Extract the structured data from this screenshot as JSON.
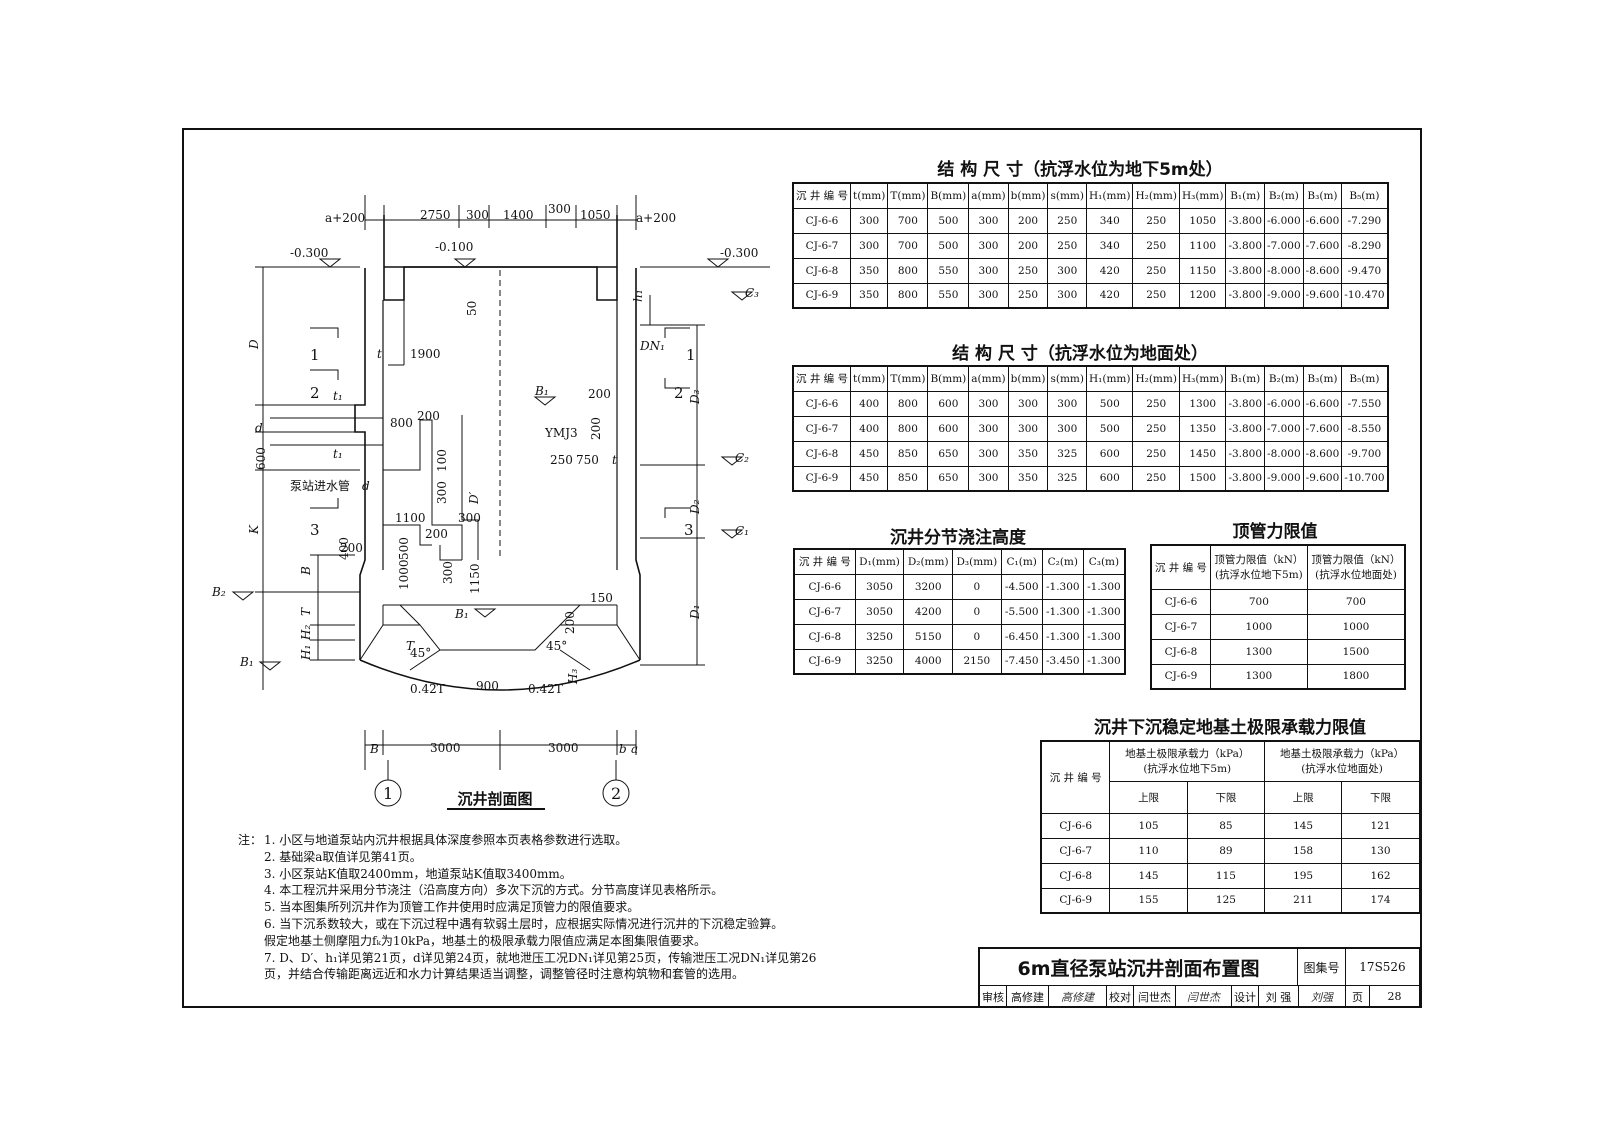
{
  "section_title": "沉井剖面图",
  "drawing_labels": {
    "a200_left": "a+200",
    "a200_right": "a+200",
    "dim_2750": "2750",
    "dim_300a": "300",
    "dim_1400": "1400",
    "dim_300b": "300",
    "dim_1050": "1050",
    "lvl_left": "-0.300",
    "lvl_mid": "-0.100",
    "lvl_right": "-0.300",
    "dim_50": "50",
    "dim_1900": "1900",
    "dim_800": "800",
    "dim_200a": "200",
    "dim_200b": "200",
    "dim_200c": "200",
    "dim_100": "100",
    "dim_300c": "300",
    "dim_1100": "1100",
    "dim_200d": "200",
    "dim_300d": "300",
    "dim_500": "500",
    "dim_1000": "1000",
    "dim_300e": "300",
    "dim_1150": "1150",
    "dim_200e": "200",
    "dim_600": "600",
    "dim_400": "400",
    "dim_750": "750",
    "dim_250": "250",
    "dim_150": "150",
    "dim_200f": "200",
    "dim_900": "900",
    "dim_0427a": "0.42T",
    "dim_0427b": "0.42T",
    "dim_3000a": "3000",
    "dim_3000b": "3000",
    "ang_a": "45°",
    "ang_b": "45°",
    "sym_D": "D",
    "sym_Dp": "D′",
    "sym_d": "d",
    "sym_d2": "d",
    "sym_K": "K",
    "sym_B": "B",
    "sym_T": "T",
    "sym_T2": "T",
    "sym_H1": "H₁",
    "sym_H2": "H₂",
    "sym_H3": "H₃",
    "sym_h1": "h₁",
    "sym_t": "t",
    "sym_t2": "t",
    "sym_t1a": "t₁",
    "sym_t1b": "t₁",
    "sym_D1": "D₁",
    "sym_D2": "D₂",
    "sym_D3": "D₃",
    "sym_C1": "C₁",
    "sym_C2": "C₂",
    "sym_C3": "C₃",
    "sym_B1a": "B₁",
    "sym_B1b": "B₁",
    "sym_B1c": "B₁",
    "sym_B2": "B₂",
    "sym_DN1": "DN₁",
    "sym_YMJ3": "YMJ3",
    "sym_Bb": "B",
    "sym_b": "b",
    "sym_a": "a",
    "inlet": "泵站进水管",
    "cut1L": "1",
    "cut2L": "2",
    "cut3L": "3",
    "cut1R": "1",
    "cut2R": "2",
    "cut3R": "3",
    "axis1": "1",
    "axis2": "2"
  },
  "table1": {
    "title": "结 构 尺 寸（抗浮水位为地下5m处）",
    "headers": [
      "沉 井 编 号",
      "t(mm)",
      "T(mm)",
      "B(mm)",
      "a(mm)",
      "b(mm)",
      "s(mm)",
      "H₁(mm)",
      "H₂(mm)",
      "H₃(mm)",
      "B₁(m)",
      "B₂(m)",
      "B₃(m)",
      "B₅(m)"
    ],
    "rows": [
      [
        "CJ-6-6",
        "300",
        "700",
        "500",
        "300",
        "200",
        "250",
        "340",
        "250",
        "1050",
        "-3.800",
        "-6.000",
        "-6.600",
        "-7.290"
      ],
      [
        "CJ-6-7",
        "300",
        "700",
        "500",
        "300",
        "200",
        "250",
        "340",
        "250",
        "1100",
        "-3.800",
        "-7.000",
        "-7.600",
        "-8.290"
      ],
      [
        "CJ-6-8",
        "350",
        "800",
        "550",
        "300",
        "250",
        "300",
        "420",
        "250",
        "1150",
        "-3.800",
        "-8.000",
        "-8.600",
        "-9.470"
      ],
      [
        "CJ-6-9",
        "350",
        "800",
        "550",
        "300",
        "250",
        "300",
        "420",
        "250",
        "1200",
        "-3.800",
        "-9.000",
        "-9.600",
        "-10.470"
      ]
    ]
  },
  "table2": {
    "title": "结 构 尺 寸（抗浮水位为地面处）",
    "headers": [
      "沉 井 编 号",
      "t(mm)",
      "T(mm)",
      "B(mm)",
      "a(mm)",
      "b(mm)",
      "s(mm)",
      "H₁(mm)",
      "H₂(mm)",
      "H₃(mm)",
      "B₁(m)",
      "B₂(m)",
      "B₃(m)",
      "B₅(m)"
    ],
    "rows": [
      [
        "CJ-6-6",
        "400",
        "800",
        "600",
        "300",
        "300",
        "300",
        "500",
        "250",
        "1300",
        "-3.800",
        "-6.000",
        "-6.600",
        "-7.550"
      ],
      [
        "CJ-6-7",
        "400",
        "800",
        "600",
        "300",
        "300",
        "300",
        "500",
        "250",
        "1350",
        "-3.800",
        "-7.000",
        "-7.600",
        "-8.550"
      ],
      [
        "CJ-6-8",
        "450",
        "850",
        "650",
        "300",
        "350",
        "325",
        "600",
        "250",
        "1450",
        "-3.800",
        "-8.000",
        "-8.600",
        "-9.700"
      ],
      [
        "CJ-6-9",
        "450",
        "850",
        "650",
        "300",
        "350",
        "325",
        "600",
        "250",
        "1500",
        "-3.800",
        "-9.000",
        "-9.600",
        "-10.700"
      ]
    ]
  },
  "table3": {
    "title": "沉井分节浇注高度",
    "headers": [
      "沉 井 编 号",
      "D₁(mm)",
      "D₂(mm)",
      "D₃(mm)",
      "C₁(m)",
      "C₂(m)",
      "C₃(m)"
    ],
    "rows": [
      [
        "CJ-6-6",
        "3050",
        "3200",
        "0",
        "-4.500",
        "-1.300",
        "-1.300"
      ],
      [
        "CJ-6-7",
        "3050",
        "4200",
        "0",
        "-5.500",
        "-1.300",
        "-1.300"
      ],
      [
        "CJ-6-8",
        "3250",
        "5150",
        "0",
        "-6.450",
        "-1.300",
        "-1.300"
      ],
      [
        "CJ-6-9",
        "3250",
        "4000",
        "2150",
        "-7.450",
        "-3.450",
        "-1.300"
      ]
    ]
  },
  "table4": {
    "title": "顶管力限值",
    "headers": [
      "沉 井 编 号",
      "顶管力限值（kN）(抗浮水位地下5m)",
      "顶管力限值（kN）(抗浮水位地面处)"
    ],
    "h1": "顶管力限值（kN）",
    "h1b": "(抗浮水位地下5m)",
    "h2": "顶管力限值（kN）",
    "h2b": "(抗浮水位地面处)",
    "rows": [
      [
        "CJ-6-6",
        "700",
        "700"
      ],
      [
        "CJ-6-7",
        "1000",
        "1000"
      ],
      [
        "CJ-6-8",
        "1300",
        "1500"
      ],
      [
        "CJ-6-9",
        "1300",
        "1800"
      ]
    ]
  },
  "table5": {
    "title": "沉井下沉稳定地基土极限承载力限值",
    "col0": "沉 井 编 号",
    "g1": "地基土极限承载力（kPa）",
    "g1b": "(抗浮水位地下5m)",
    "g2": "地基土极限承载力（kPa）",
    "g2b": "(抗浮水位地面处)",
    "sub": [
      "上限",
      "下限",
      "上限",
      "下限"
    ],
    "rows": [
      [
        "CJ-6-6",
        "105",
        "85",
        "145",
        "121"
      ],
      [
        "CJ-6-7",
        "110",
        "89",
        "158",
        "130"
      ],
      [
        "CJ-6-8",
        "145",
        "115",
        "195",
        "162"
      ],
      [
        "CJ-6-9",
        "155",
        "125",
        "211",
        "174"
      ]
    ]
  },
  "notes": {
    "label": "注：",
    "items": [
      "1. 小区与地道泵站内沉井根据具体深度参照本页表格参数进行选取。",
      "2. 基础梁a取值详见第41页。",
      "3. 小区泵站K值取2400mm，地道泵站K值取3400mm。",
      "4. 本工程沉井采用分节浇注（沿高度方向）多次下沉的方式。分节高度详见表格所示。",
      "5. 当本图集所列沉井作为顶管工作井使用时应满足顶管力的限值要求。",
      "6. 当下沉系数较大，或在下沉过程中遇有软弱土层时，应根据实际情况进行沉井的下沉稳定验算。",
      "   假定地基土侧摩阻力fₖ为10kPa，地基土的极限承载力限值应满足本图集限值要求。",
      "7. D、D′、h₁详见第21页，d详见第24页，就地泄压工况DN₁详见第25页，传输泄压工况DN₁详见第26",
      "   页，并结合传输距离远近和水力计算结果适当调整，调整管径时注意构筑物和套管的选用。"
    ]
  },
  "title_block": {
    "title": "6m直径泵站沉井剖面布置图",
    "atlas_label": "图集号",
    "atlas_no": "17S526",
    "review_label": "审核",
    "reviewer": "高修建",
    "reviewer_sig": "高修建",
    "check_label": "校对",
    "checker": "闫世杰",
    "checker_sig": "闫世杰",
    "design_label": "设计",
    "designer": "刘 强",
    "designer_sig": "刘强",
    "page_label": "页",
    "page_no": "28"
  }
}
